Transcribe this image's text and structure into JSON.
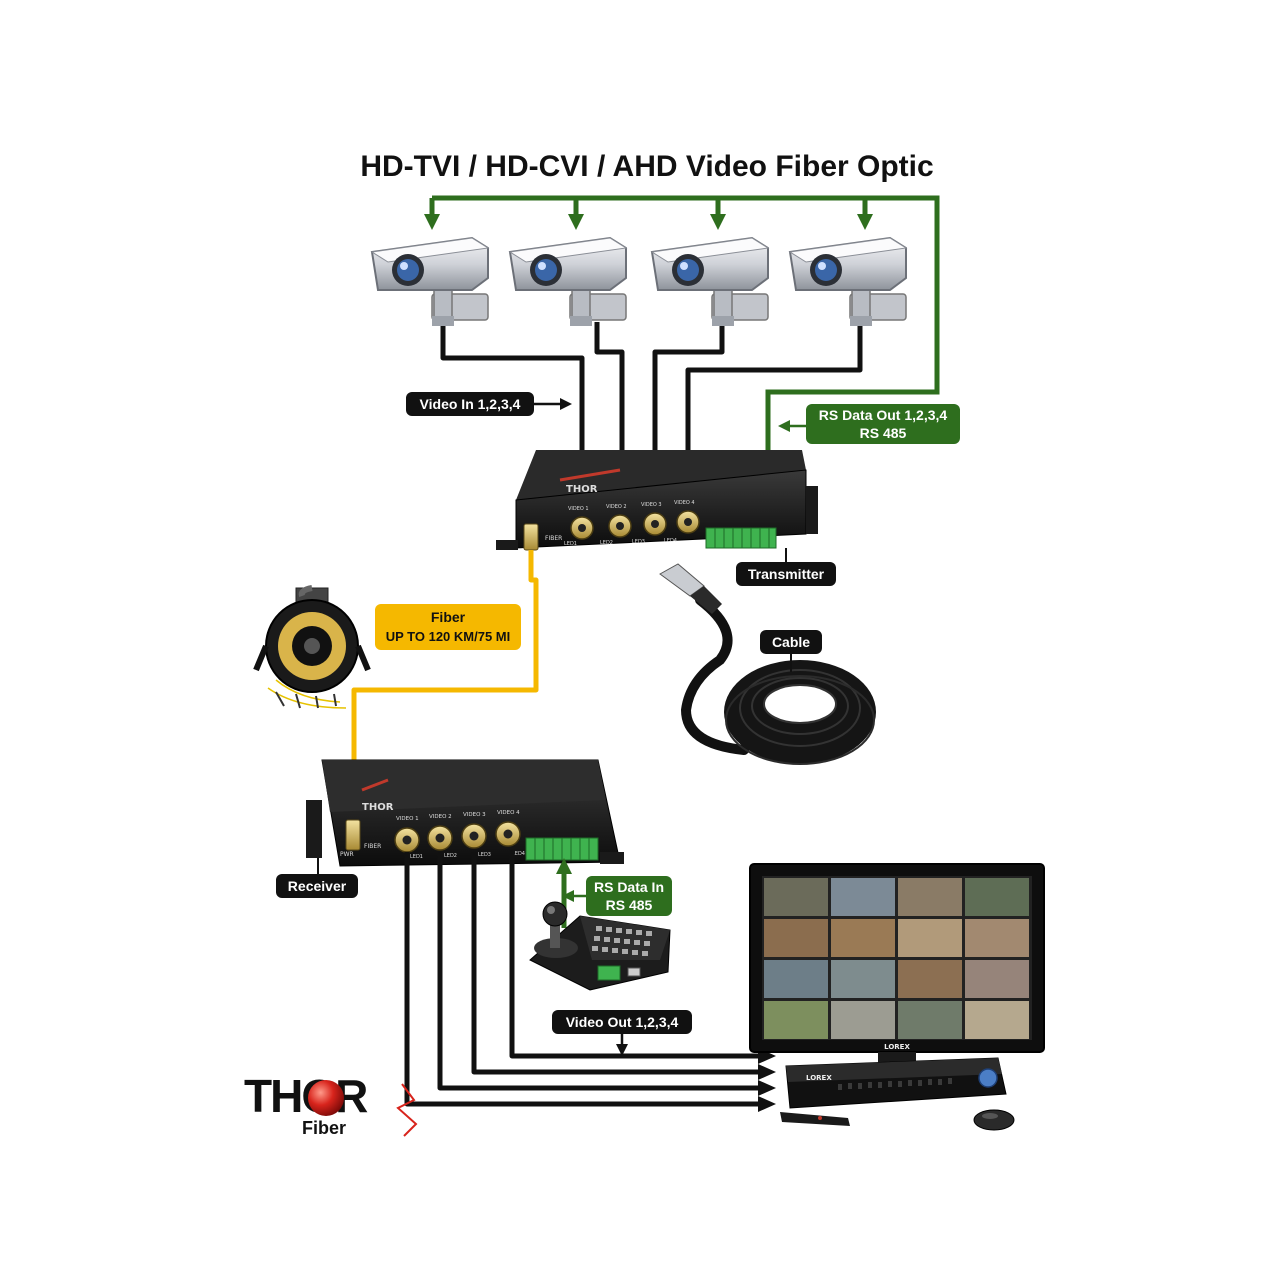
{
  "title": "HD-TVI / HD-CVI / AHD Video Fiber Optic",
  "labels": {
    "video_in": "Video In 1,2,3,4",
    "rs_out_1": "RS Data Out 1,2,3,4",
    "rs_out_2": "RS 485",
    "transmitter": "Transmitter",
    "fiber_1": "Fiber",
    "fiber_2": "UP TO 120 KM/75 MI",
    "cable": "Cable",
    "receiver": "Receiver",
    "rs_in_1": "RS Data In",
    "rs_in_2": "RS 485",
    "video_out": "Video Out 1,2,3,4"
  },
  "device_tx": {
    "port_labels": [
      "VIDEO 1",
      "VIDEO 2",
      "VIDEO 3",
      "VIDEO 4"
    ],
    "led_labels": [
      "LED1",
      "LED2",
      "LED3",
      "LED4"
    ],
    "fiber_label": "FIBER"
  },
  "device_rx": {
    "port_labels": [
      "VIDEO 1",
      "VIDEO 2",
      "VIDEO 3",
      "VIDEO 4"
    ],
    "led_labels": [
      "LED1",
      "LED2",
      "LED3",
      "LED4"
    ],
    "fiber_label": "FIBER",
    "power_label": "PWR"
  },
  "monitor_brand": "LOREX",
  "dvr_brand": "LOREX",
  "logo": {
    "word": "THOR",
    "sub": "Fiber"
  },
  "colors": {
    "green": "#2e6e1e",
    "fiber_yellow": "#f5b800",
    "black": "#111111"
  }
}
